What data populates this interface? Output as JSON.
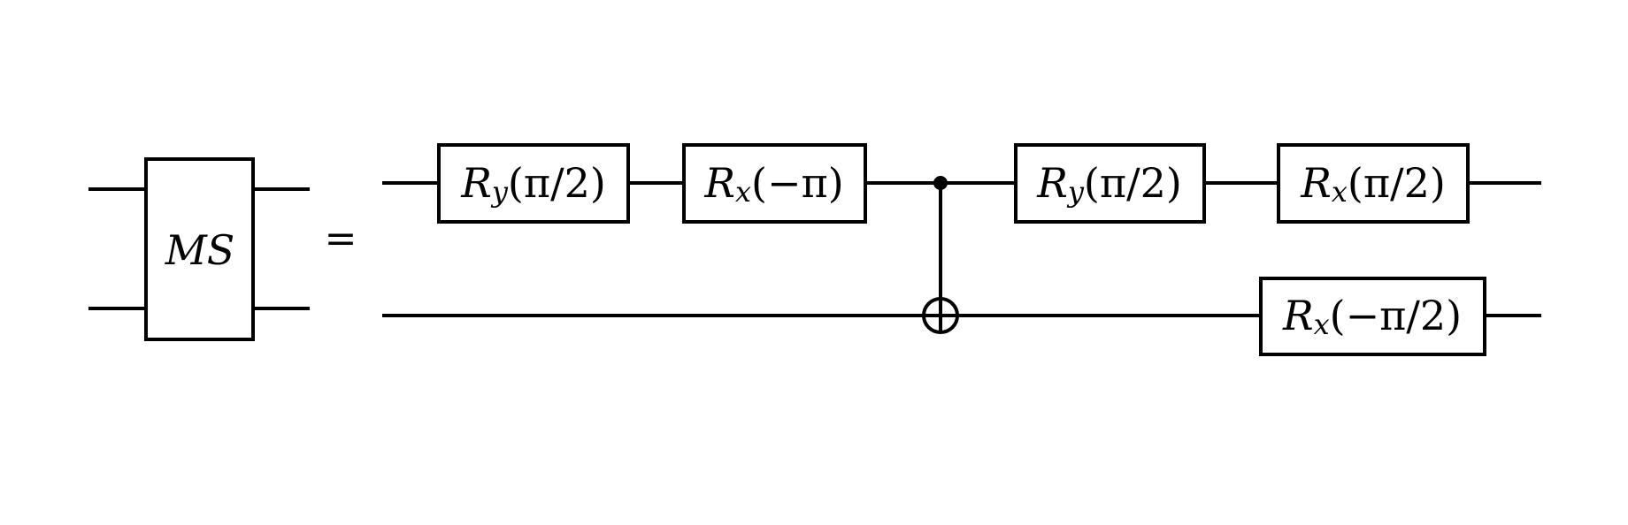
{
  "lhs": {
    "gate": "MS"
  },
  "equals": "=",
  "rhs": {
    "gates": {
      "top_1": {
        "letter": "R",
        "sub": "y",
        "arg": "(π/2)"
      },
      "top_2": {
        "letter": "R",
        "sub": "x",
        "arg": "(−π)"
      },
      "top_3": {
        "letter": "R",
        "sub": "y",
        "arg": "(π/2)"
      },
      "top_4": {
        "letter": "R",
        "sub": "x",
        "arg": "(π/2)"
      },
      "bottom_1": {
        "letter": "R",
        "sub": "x",
        "arg": "(−π/2)"
      }
    },
    "cnot": {
      "control": "qubit-1",
      "target": "qubit-2"
    }
  }
}
